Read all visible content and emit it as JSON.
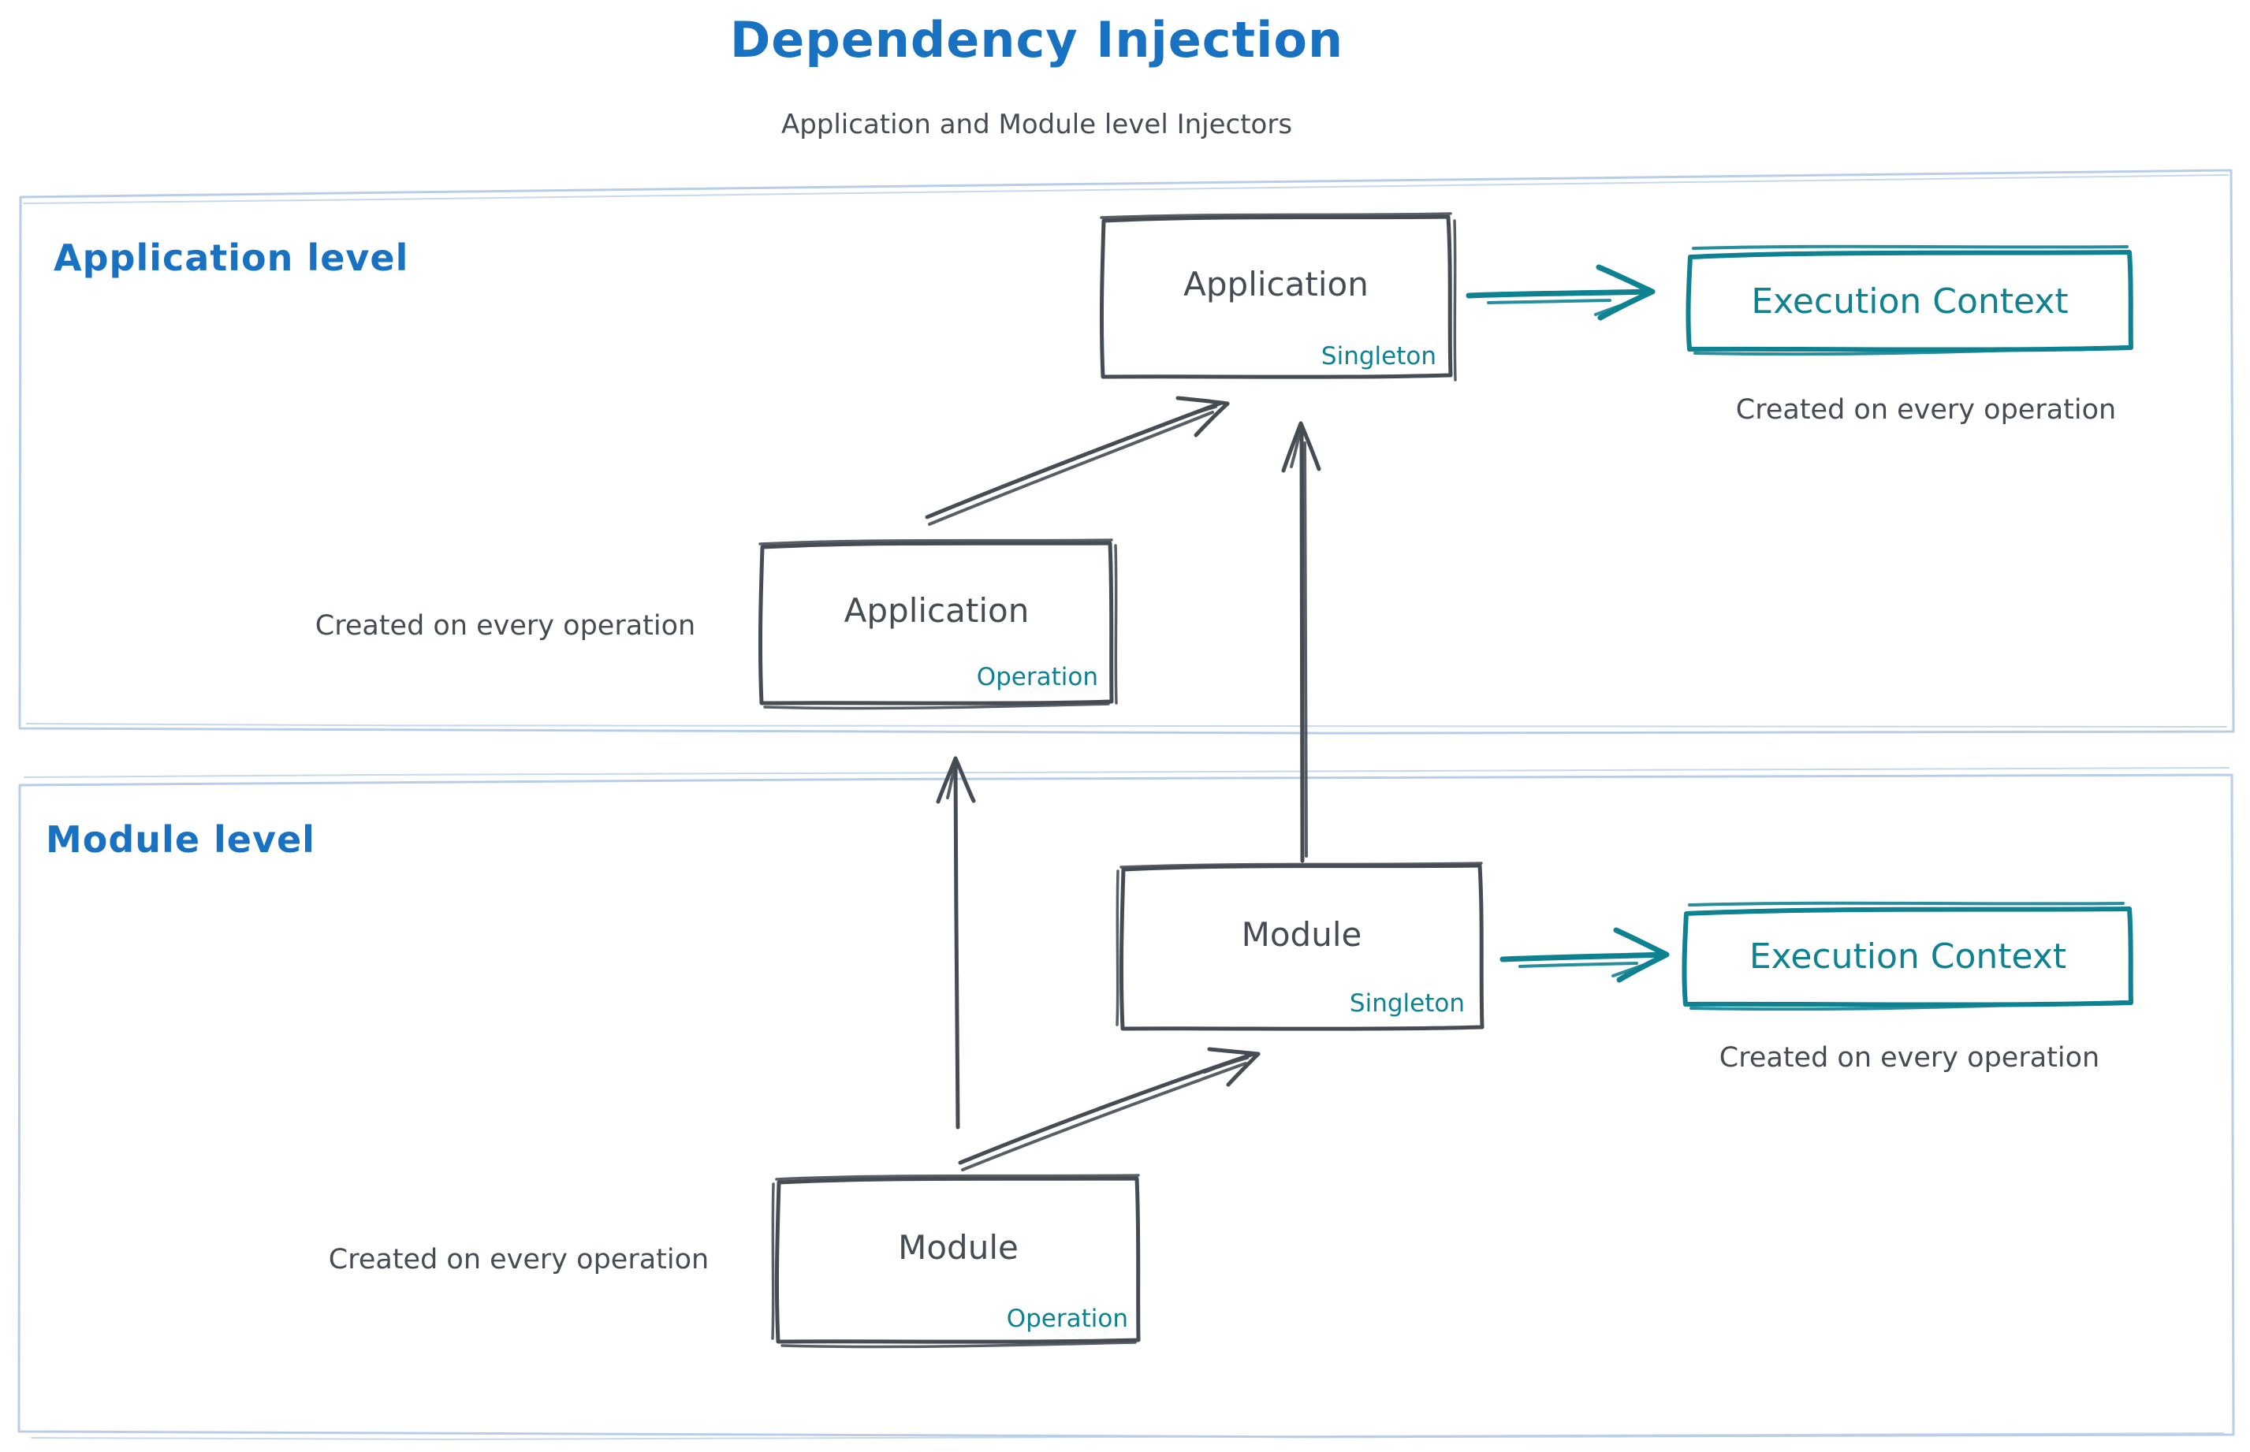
{
  "title": "Dependency Injection",
  "subtitle": "Application and Module level Injectors",
  "colors": {
    "heading_blue": "#1971c2",
    "teal_accent": "#0e8291",
    "ink": "#454c54",
    "container_border": "#b8cee8",
    "background": "#ffffff"
  },
  "application_level": {
    "label": "Application level",
    "singleton_box": {
      "title": "Application",
      "badge": "Singleton"
    },
    "operation_box": {
      "title": "Application",
      "badge": "Operation"
    },
    "operation_caption": "Created on every operation",
    "execution_context_box": {
      "label": "Execution Context"
    },
    "execution_context_caption": "Created on every operation"
  },
  "module_level": {
    "label": "Module level",
    "singleton_box": {
      "title": "Module",
      "badge": "Singleton"
    },
    "operation_box": {
      "title": "Module",
      "badge": "Operation"
    },
    "operation_caption": "Created on every operation",
    "execution_context_box": {
      "label": "Execution Context"
    },
    "execution_context_caption": "Created on every operation"
  }
}
